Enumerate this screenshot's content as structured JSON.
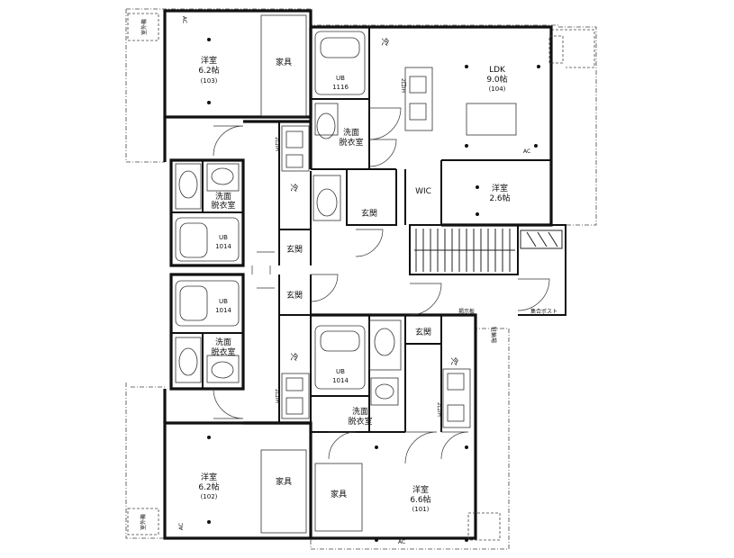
{
  "units": {
    "u103": {
      "room": "洋室",
      "size": "6.2帖",
      "no": "(103)",
      "furniture": "家具",
      "outdoor_unit": "室外機",
      "ac": "AC"
    },
    "u104": {
      "room": "LDK",
      "size": "9.0帖",
      "no": "(104)",
      "ub": "UB",
      "ub_size": "1116",
      "fridge": "冷",
      "wash": "洗面",
      "dressing": "脱衣室",
      "ac": "AC",
      "wic": "WIC",
      "bedroom": "洋室",
      "bedroom_size": "2.6帖",
      "entrance": "玄関",
      "kitchen": "2口IH"
    },
    "u103b": {
      "wash": "洗面",
      "dressing": "脱衣室",
      "ub": "UB",
      "ub_size": "1014",
      "fridge": "冷",
      "entrance": "玄関",
      "kitchen": "2口IH"
    },
    "u102b": {
      "ub": "UB",
      "ub_size": "1014",
      "wash": "洗面",
      "dressing": "脱衣室",
      "fridge": "冷",
      "entrance": "玄関",
      "kitchen": "2口IH"
    },
    "u102": {
      "room": "洋室",
      "size": "6.2帖",
      "no": "(102)",
      "furniture": "家具",
      "outdoor_unit": "室外機",
      "ac": "AC"
    },
    "u101": {
      "room": "洋室",
      "size": "6.6帖",
      "no": "(101)",
      "furniture": "家具",
      "ub": "UB",
      "ub_size": "1014",
      "wash": "洗面",
      "dressing": "脱衣室",
      "entrance": "玄関",
      "fridge": "冷",
      "ac": "AC",
      "kitchen": "2口IH"
    }
  },
  "common": {
    "notice_board": "掲示板",
    "mailbox": "集合ポスト",
    "bike_parking": "駐輪場"
  }
}
